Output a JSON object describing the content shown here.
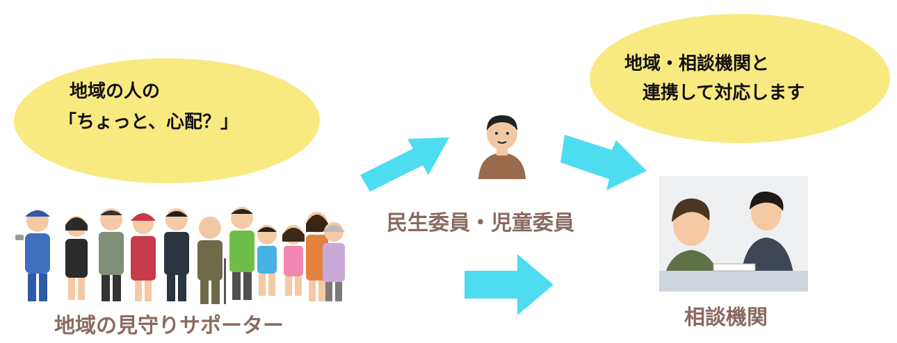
{
  "bubble_left": {
    "line1": "地域の人の",
    "line2": "「ちょっと、心配？」"
  },
  "bubble_right": {
    "line1": "地域・相談機関と",
    "line2": "連携して対応します"
  },
  "labels": {
    "supporters": "地域の見守りサポーター",
    "commissioner": "民生委員・児童委員",
    "agency": "相談機関"
  },
  "icons": {
    "supporters": "community-people-group-icon",
    "commissioner": "man-portrait-icon",
    "agency": "consultation-desk-icon",
    "arrows": "arrow-right-icon"
  },
  "colors": {
    "bubble": "#f9e981",
    "arrow": "#4ddcf0",
    "label": "#8a6a60",
    "text": "#111111"
  }
}
